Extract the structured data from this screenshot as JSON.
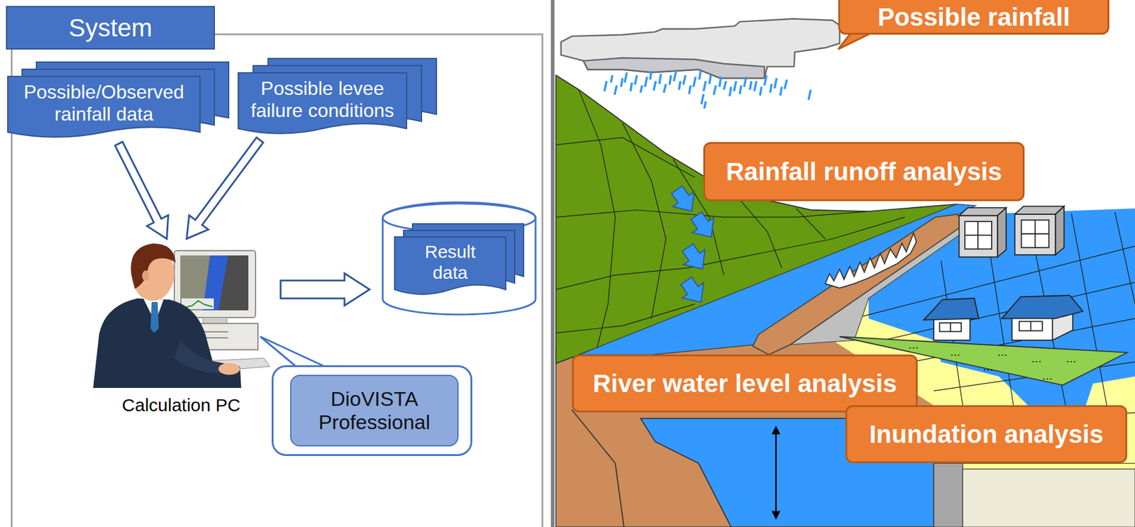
{
  "diagram": {
    "nodes": [
      {
        "text": [
          "System"
        ]
      },
      {
        "text": [
          "Possible/Observed rainfall data"
        ],
        "in": 0
      },
      {
        "text": [
          "Possible levee failure conditions"
        ],
        "in": 0
      },
      {
        "text": [
          "Calculation PC"
        ],
        "in": 0
      },
      {
        "text": [
          "DioVISTA Professional"
        ],
        "in": 0
      },
      {
        "text": [
          "Result data"
        ],
        "in": 0
      },
      {
        "text": [
          "Possible rainfall"
        ]
      },
      {
        "text": [
          "Rainfall runoff analysis"
        ]
      },
      {
        "text": [
          "River water level analysis"
        ]
      },
      {
        "text": [
          "Inundation analysis"
        ]
      }
    ],
    "edges": [
      {
        "from": 1,
        "to": 3,
        "arrow": "to"
      },
      {
        "from": 2,
        "to": 3,
        "arrow": "to"
      },
      {
        "from": 3,
        "to": 5,
        "arrow": "to"
      }
    ],
    "labels": [
      "…",
      "…",
      "…",
      "…",
      "…",
      "…",
      "…"
    ]
  }
}
